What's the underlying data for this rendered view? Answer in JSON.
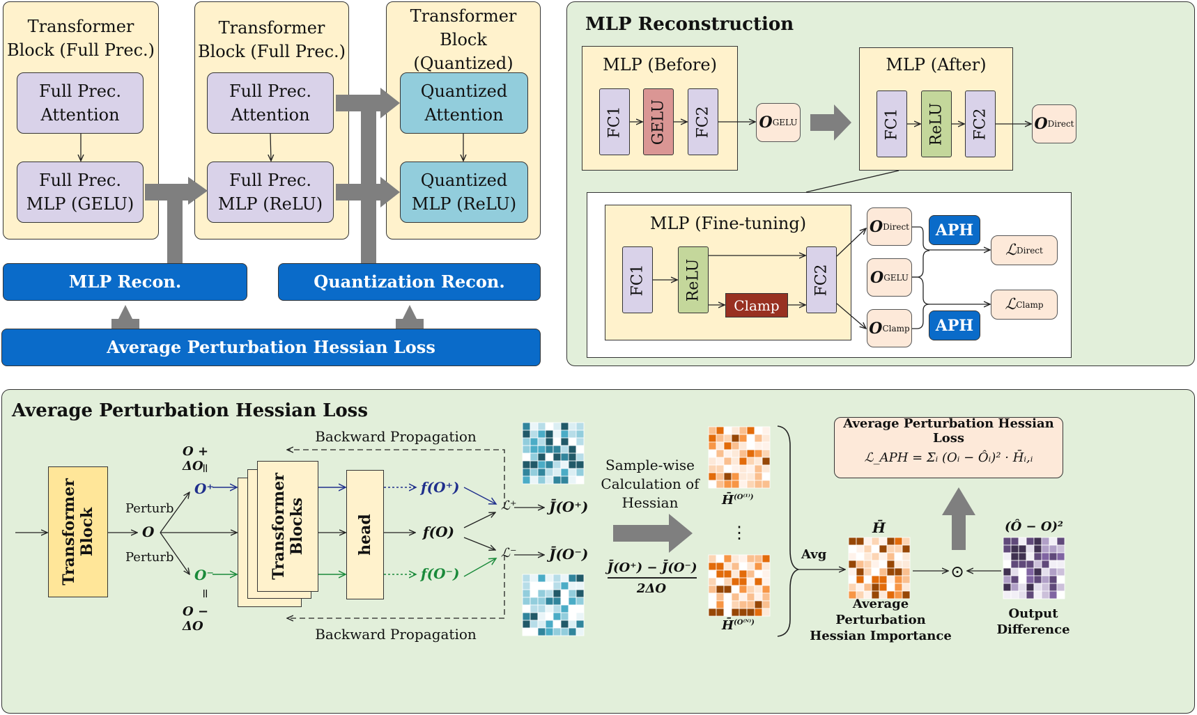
{
  "top_left": {
    "block1": {
      "title": "Transformer Block (Full Prec.)",
      "attn": "Full Prec. Attention",
      "mlp": "Full Prec. MLP (GELU)"
    },
    "block2": {
      "title": "Transformer Block (Full Prec.)",
      "attn": "Full Prec. Attention",
      "mlp": "Full Prec. MLP (ReLU)"
    },
    "block3": {
      "title": "Transformer Block (Quantized)",
      "attn": "Quantized Attention",
      "mlp": "Quantized MLP (ReLU)"
    },
    "mlp_recon": "MLP Recon.",
    "quant_recon": "Quantization Recon.",
    "aph_loss_bar": "Average Perturbation Hessian Loss"
  },
  "mlp_reconstruction": {
    "title": "MLP Reconstruction",
    "before": {
      "title": "MLP (Before)",
      "fc1": "FC1",
      "act": "GELU",
      "fc2": "FC2",
      "out": "O",
      "out_sub": "GELU"
    },
    "after": {
      "title": "MLP (After)",
      "fc1": "FC1",
      "act": "ReLU",
      "fc2": "FC2",
      "out": "O",
      "out_sub": "Direct"
    },
    "finetune": {
      "title": "MLP (Fine-tuning)",
      "fc1": "FC1",
      "act": "ReLU",
      "clamp": "Clamp",
      "fc2": "FC2",
      "o_direct": "O",
      "o_direct_sub": "Direct",
      "o_gelu": "O",
      "o_gelu_sub": "GELU",
      "o_clamp": "O",
      "o_clamp_sub": "Clamp",
      "aph1": "APH",
      "aph2": "APH",
      "l_direct": "ℒ",
      "l_direct_sub": "Direct",
      "l_clamp": "ℒ",
      "l_clamp_sub": "Clamp"
    }
  },
  "aph_section": {
    "title": "Average Perturbation Hessian Loss",
    "transformer_block": "Transformer Block",
    "transformer_blocks": "Transformer Blocks",
    "head": "head",
    "perturb_top": "Perturb",
    "perturb_bottom": "Perturb",
    "o": "O",
    "o_plus_eq": "O + ΔO",
    "o_minus_eq": "O − ΔO",
    "eq1": "=",
    "eq2": "=",
    "o_plus": "O⁺",
    "o_minus": "O⁻",
    "f_plus": "f(O⁺)",
    "f_o": "f(O)",
    "f_minus": "f(O⁻)",
    "l_plus": "ℒ⁺",
    "l_minus": "ℒ⁻",
    "j_plus": "J̄(O⁺)",
    "j_minus": "J̄(O⁻)",
    "backward_top": "Backward Propagation",
    "backward_bottom": "Backward Propagation",
    "samplewise": "Sample-wise Calculation of Hessian",
    "fraction_num": "J̄(O⁺) − J̄(O⁻)",
    "fraction_den": "2ΔO",
    "h1": "H̄",
    "h1_sup": "(O⁽¹⁾)",
    "dots": "⋮",
    "hn": "H̄",
    "hn_sup": "(O⁽ᴺ⁾)",
    "avg": "Avg",
    "h_bar": "H̄",
    "aph_importance": "Average Perturbation Hessian Importance",
    "odot": "⊙",
    "output_diff_label": "(Ô − O)²",
    "output_difference": "Output Difference",
    "formula_title": "Average Perturbation Hessian Loss",
    "formula": "ℒ_APH = Σᵢ (Oᵢ − Ôᵢ)² · H̄ᵢ,ᵢ"
  },
  "colors": {
    "accent_blue": "#0a6bc9",
    "clamp_red": "#983121",
    "gelu_red": "#da9694",
    "relu_green": "#c4d79b",
    "attn_cyan": "#92cddc"
  }
}
